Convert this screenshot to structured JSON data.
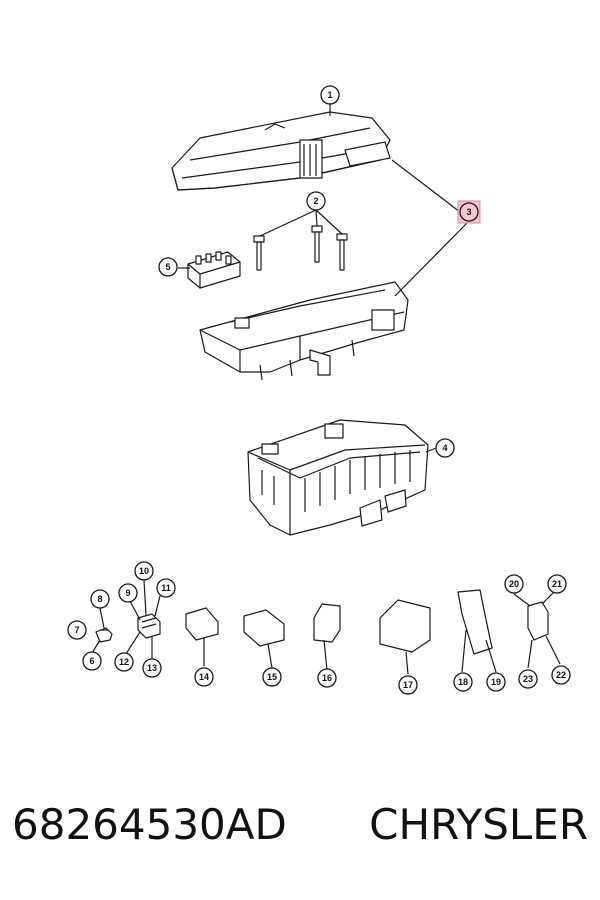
{
  "colors": {
    "line": "#1a1a1a",
    "highlight_fill": "#f4c6cf",
    "highlight_stroke": "#d98a9a"
  },
  "callouts": [
    {
      "id": "1",
      "highlighted": false
    },
    {
      "id": "2",
      "highlighted": false
    },
    {
      "id": "3",
      "highlighted": true
    },
    {
      "id": "4",
      "highlighted": false
    },
    {
      "id": "5",
      "highlighted": false
    },
    {
      "id": "6",
      "highlighted": false
    },
    {
      "id": "7",
      "highlighted": false
    },
    {
      "id": "8",
      "highlighted": false
    },
    {
      "id": "9",
      "highlighted": false
    },
    {
      "id": "10",
      "highlighted": false
    },
    {
      "id": "11",
      "highlighted": false
    },
    {
      "id": "12",
      "highlighted": false
    },
    {
      "id": "13",
      "highlighted": false
    },
    {
      "id": "14",
      "highlighted": false
    },
    {
      "id": "15",
      "highlighted": false
    },
    {
      "id": "16",
      "highlighted": false
    },
    {
      "id": "17",
      "highlighted": false
    },
    {
      "id": "18",
      "highlighted": false
    },
    {
      "id": "19",
      "highlighted": false
    },
    {
      "id": "20",
      "highlighted": false
    },
    {
      "id": "21",
      "highlighted": false
    },
    {
      "id": "22",
      "highlighted": false
    },
    {
      "id": "23",
      "highlighted": false
    }
  ],
  "footer": {
    "part_number": "68264530AD",
    "brand": "CHRYSLER"
  }
}
